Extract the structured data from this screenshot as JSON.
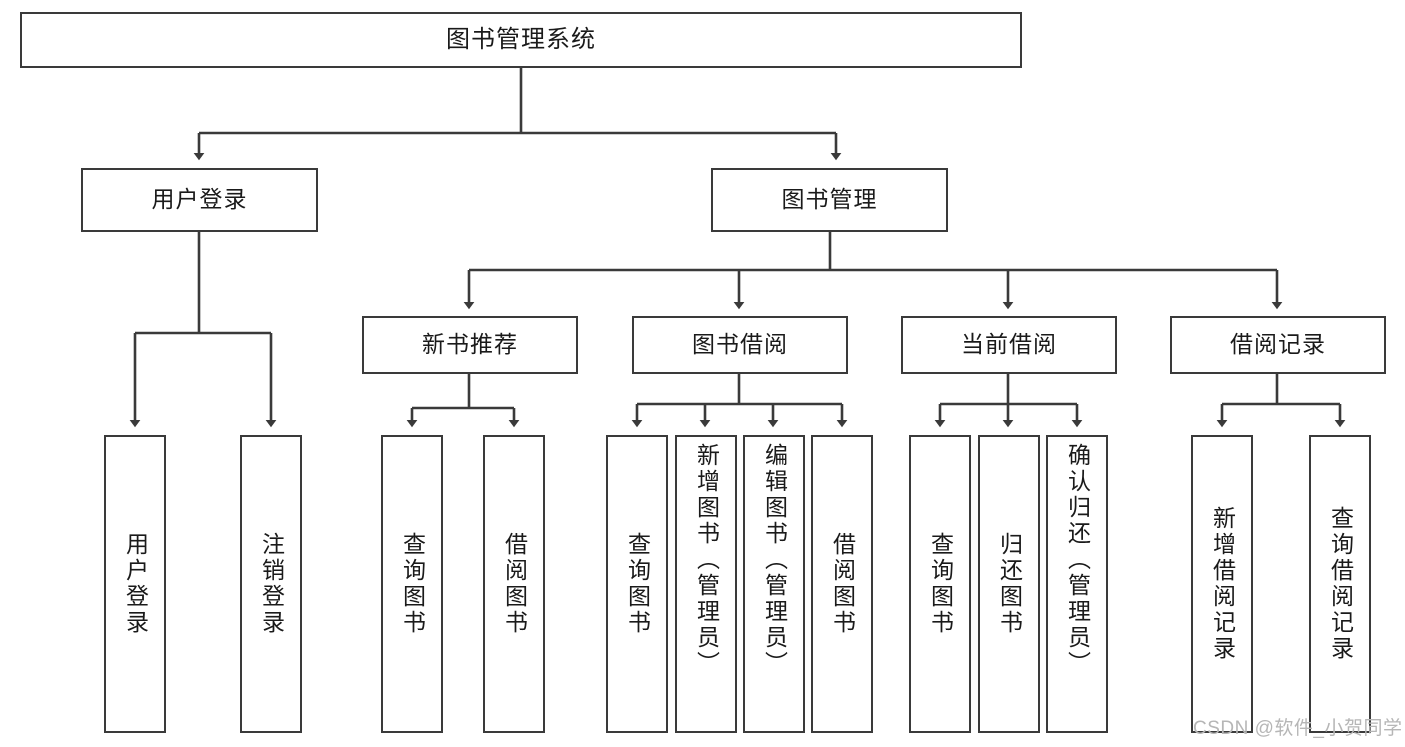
{
  "diagram": {
    "title": "图书管理系统",
    "type": "tree-hierarchy-chart",
    "stroke_color": "#3a3a3a",
    "text_color": "#1a1a1a",
    "background_color": "#ffffff",
    "watermark": "CSDN @软件_小贺同学",
    "watermark_color": "#b6b6b6"
  },
  "nodes": {
    "root": {
      "label": "图书管理系统"
    },
    "level2": [
      {
        "label": "用户登录"
      },
      {
        "label": "图书管理"
      }
    ],
    "level3": [
      {
        "label": "新书推荐"
      },
      {
        "label": "图书借阅"
      },
      {
        "label": "当前借阅"
      },
      {
        "label": "借阅记录"
      }
    ],
    "leaves": {
      "user_login": [
        {
          "label": "用户登录"
        },
        {
          "label": "注销登录"
        }
      ],
      "new_book_recommend": [
        {
          "label": "查询图书"
        },
        {
          "label": "借阅图书"
        }
      ],
      "book_borrow": [
        {
          "label": "查询图书"
        },
        {
          "label": "新增图书（管理员）"
        },
        {
          "label": "编辑图书（管理员）"
        },
        {
          "label": "借阅图书"
        }
      ],
      "current_borrow": [
        {
          "label": "查询图书"
        },
        {
          "label": "归还图书"
        },
        {
          "label": "确认归还（管理员）"
        }
      ],
      "borrow_record": [
        {
          "label": "新增借阅记录"
        },
        {
          "label": "查询借阅记录"
        }
      ]
    }
  }
}
